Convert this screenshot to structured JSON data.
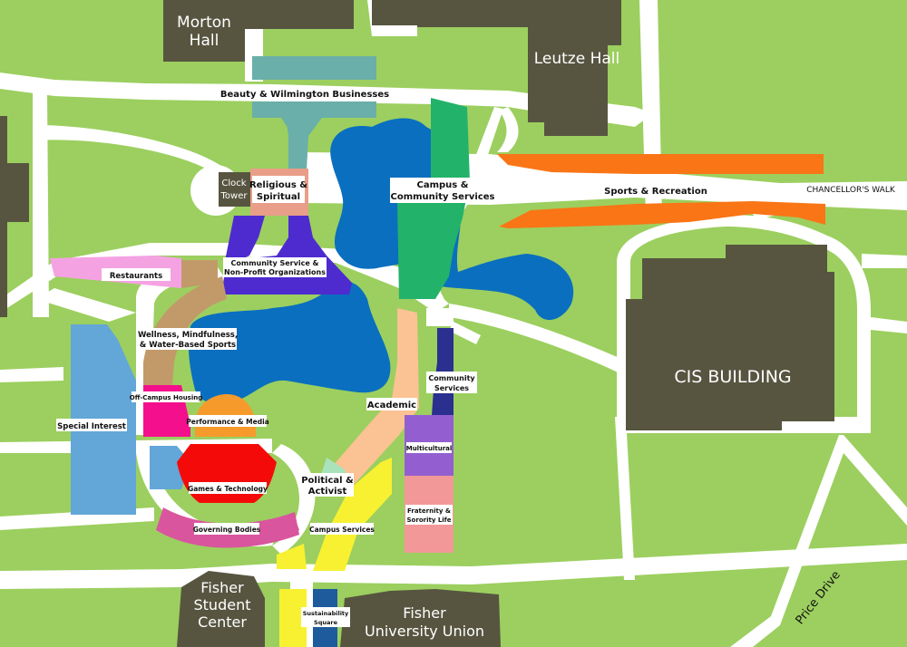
{
  "buildings": {
    "morton_hall": [
      "Morton",
      "Hall"
    ],
    "leutze_hall": "Leutze Hall",
    "clock_tower": [
      "Clock",
      "Tower"
    ],
    "cis_building": "CIS BUILDING",
    "fisher_student_center": [
      "Fisher",
      "Student",
      "Center"
    ],
    "fisher_university_union": [
      "Fisher",
      "University Union"
    ]
  },
  "roads": {
    "chancellors_walk": "CHANCELLOR'S WALK",
    "price_drive": "Price Drive"
  },
  "zones": {
    "beauty_wilmington": "Beauty & Wilmington Businesses",
    "religious_spiritual": [
      "Religious &",
      "Spiritual"
    ],
    "campus_community_services": [
      "Campus &",
      "Community Services"
    ],
    "sports_recreation": "Sports & Recreation",
    "restaurants": "Restaurants",
    "community_service_nonprofit": [
      "Community Service &",
      "Non-Profit Organizations"
    ],
    "wellness": [
      "Wellness, Mindfulness,",
      "& Water-Based Sports"
    ],
    "off_campus_housing": "Off-Campus Housing",
    "special_interest": "Special Interest",
    "performance_media": "Performance & Media",
    "academic": "Academic",
    "community_services": [
      "Community",
      "Services"
    ],
    "multicultural": "Multicultural",
    "games_technology": "Games & Technology",
    "political_activist": [
      "Political &",
      "Activist"
    ],
    "fraternity_sorority": [
      "Fraternity &",
      "Sorority Life"
    ],
    "governing_bodies": "Governing Bodies",
    "campus_services": "Campus Services",
    "sustainability_square": [
      "Sustainability",
      "Square"
    ]
  },
  "colors": {
    "grass": "#9ccf5f",
    "walkway": "#ffffff",
    "building": "#575540",
    "water": "#0a6fbf",
    "teal": "#6aafa9",
    "salmon": "#e89e88",
    "orange": "#fa7516",
    "green": "#23b26a",
    "pink": "#f5a2e3",
    "tan": "#c29a6a",
    "indigo": "#4e2bcf",
    "navy": "#2b2f8f",
    "lightblue": "#63a6d8",
    "magenta": "#f40f8c",
    "peach": "#fbc293",
    "purple": "#935fd0",
    "red": "#f50a0a",
    "mint": "#a8e3bb",
    "rose": "#f29898",
    "governing": "#d9559e",
    "yellow": "#f7f132",
    "dark_blue": "#1d5b9c"
  }
}
